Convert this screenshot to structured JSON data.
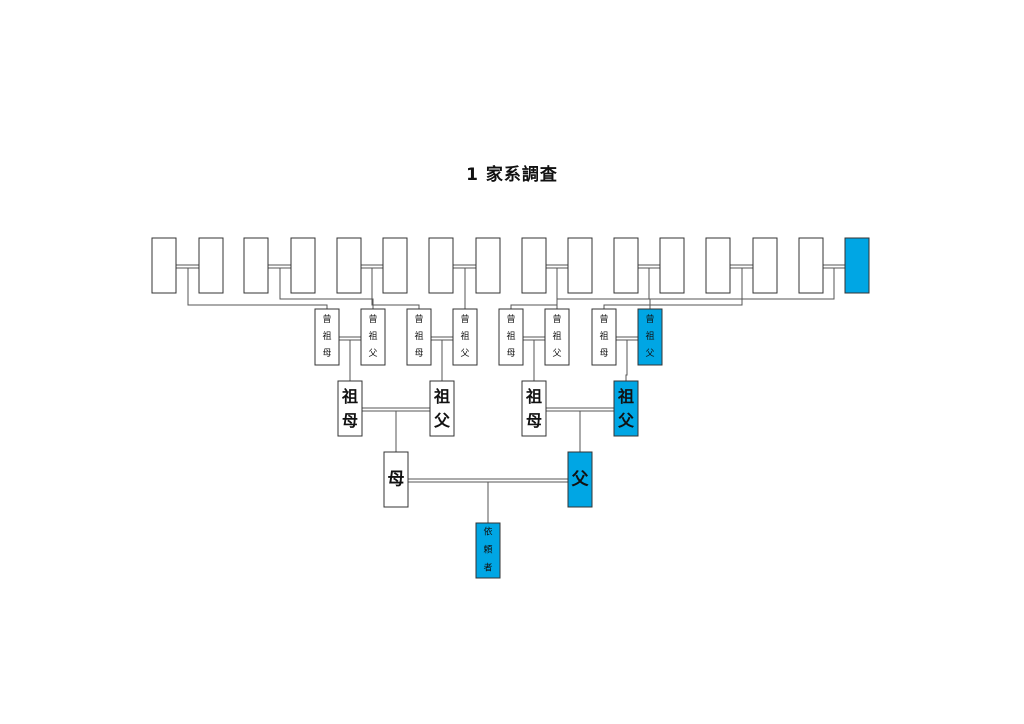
{
  "title": "1 家系調査",
  "colors": {
    "highlight": "#00a6e4",
    "plain": "#ffffff",
    "border": "#333333",
    "line": "#555555"
  },
  "level4": [
    {
      "label": "",
      "hl": false
    },
    {
      "label": "",
      "hl": false
    },
    {
      "label": "",
      "hl": false
    },
    {
      "label": "",
      "hl": false
    },
    {
      "label": "",
      "hl": false
    },
    {
      "label": "",
      "hl": false
    },
    {
      "label": "",
      "hl": false
    },
    {
      "label": "",
      "hl": false
    },
    {
      "label": "",
      "hl": false
    },
    {
      "label": "",
      "hl": false
    },
    {
      "label": "",
      "hl": false
    },
    {
      "label": "",
      "hl": false
    },
    {
      "label": "",
      "hl": false
    },
    {
      "label": "",
      "hl": false
    },
    {
      "label": "",
      "hl": false
    },
    {
      "label": "",
      "hl": true
    }
  ],
  "level3": [
    {
      "label": "曾祖母",
      "hl": false
    },
    {
      "label": "曾祖父",
      "hl": false
    },
    {
      "label": "曾祖母",
      "hl": false
    },
    {
      "label": "曾祖父",
      "hl": false
    },
    {
      "label": "曾祖母",
      "hl": false
    },
    {
      "label": "曾祖父",
      "hl": false
    },
    {
      "label": "曾祖母",
      "hl": false
    },
    {
      "label": "曾祖父",
      "hl": true
    }
  ],
  "level2": [
    {
      "label": "祖母",
      "hl": false
    },
    {
      "label": "祖父",
      "hl": false
    },
    {
      "label": "祖母",
      "hl": false
    },
    {
      "label": "祖父",
      "hl": true
    }
  ],
  "level1": [
    {
      "label": "母",
      "hl": false
    },
    {
      "label": "父",
      "hl": true
    }
  ],
  "client": {
    "label": "依頼者",
    "hl": true
  }
}
